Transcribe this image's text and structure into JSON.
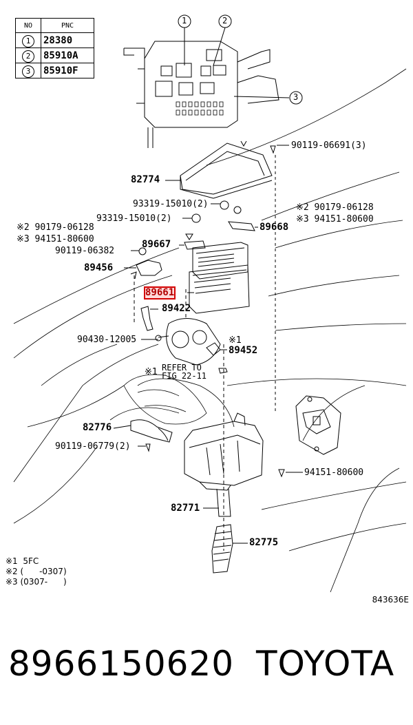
{
  "legend": {
    "header_no": "NO",
    "header_pnc": "PNC",
    "rows": [
      {
        "no": "1",
        "pnc": "28380"
      },
      {
        "no": "2",
        "pnc": "85910A"
      },
      {
        "no": "3",
        "pnc": "85910F"
      }
    ]
  },
  "callouts": [
    "1",
    "2",
    "3"
  ],
  "labels": {
    "l90119_06691": "90119-06691(3)",
    "l82774": "82774",
    "l93319_a": "93319-15010(2)",
    "l93319_b": "93319-15010(2)",
    "l90179_r": "※2 90179-06128",
    "l94151_r": "※3 94151-80600",
    "l89668": "89668",
    "l90179_l": "※2 90179-06128",
    "l94151_l": "※3 94151-80600",
    "l89667": "89667",
    "l90119_06382": "90119-06382",
    "l89456": "89456",
    "l89661": "89661",
    "l89422": "89422",
    "l90430": "90430-12005",
    "l89452_mark": "※1",
    "l89452": "89452",
    "refer_mark": "※1",
    "refer1": "REFER TO",
    "refer2": "FIG 22-11",
    "l82776": "82776",
    "l90119_06779": "90119-06779(2)",
    "l94151_80600": "94151-80600",
    "l82771": "82771",
    "l82775": "82775"
  },
  "notes": [
    "※1  5FC",
    "※2 (      -0307)",
    "※3 (0307-      )"
  ],
  "diagram_code": "843636E",
  "part_number": "8966150620",
  "brand": "TOYOTA",
  "highlight_color": "#d40000"
}
